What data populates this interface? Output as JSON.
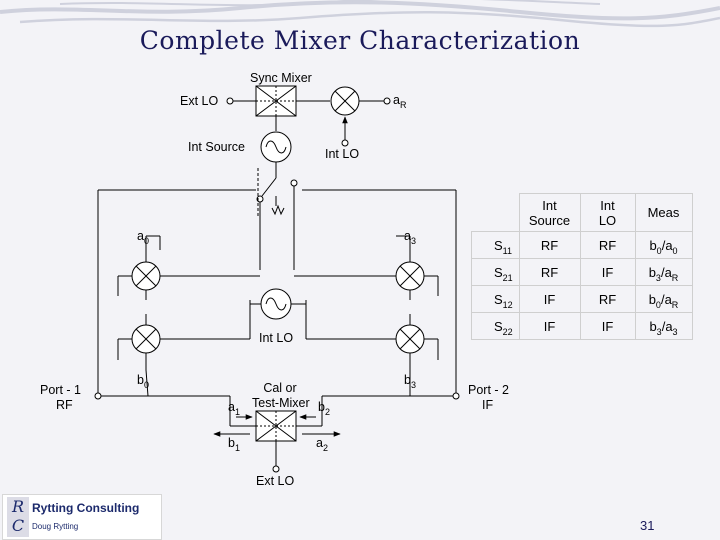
{
  "title": "Complete Mixer Characterization",
  "labels": {
    "sync_mixer": "Sync Mixer",
    "ext_lo_top": "Ext LO",
    "a_r": "a",
    "a_r_sub": "R",
    "int_source": "Int Source",
    "int_lo_top": "Int LO",
    "a0": "a",
    "a0_sub": "0",
    "a3": "a",
    "a3_sub": "3",
    "int_lo_center": "Int LO",
    "b0": "b",
    "b0_sub": "0",
    "b3": "b",
    "b3_sub": "3",
    "port1_line1": "Port - 1",
    "port1_line2": "RF",
    "port2_line1": "Port - 2",
    "port2_line2": "IF",
    "cal_line1": "Cal or",
    "cal_line2": "Test-Mixer",
    "a1": "a",
    "a1_sub": "1",
    "b2": "b",
    "b2_sub": "2",
    "b1": "b",
    "b1_sub": "1",
    "a2": "a",
    "a2_sub": "2",
    "ext_lo_bottom": "Ext LO"
  },
  "table": {
    "headers": [
      {
        "line1": "Int",
        "line2": "Source"
      },
      {
        "line1": "Int",
        "line2": "LO"
      },
      {
        "line1": "Meas",
        "line2": ""
      }
    ],
    "rows": [
      {
        "param": "S",
        "param_sub": "11",
        "int_source": "RF",
        "int_lo": "RF",
        "meas_num": "b",
        "meas_num_sub": "0",
        "meas_den": "a",
        "meas_den_sub": "0"
      },
      {
        "param": "S",
        "param_sub": "21",
        "int_source": "RF",
        "int_lo": "IF",
        "meas_num": "b",
        "meas_num_sub": "3",
        "meas_den": "a",
        "meas_den_sub": "R"
      },
      {
        "param": "S",
        "param_sub": "12",
        "int_source": "IF",
        "int_lo": "RF",
        "meas_num": "b",
        "meas_num_sub": "0",
        "meas_den": "a",
        "meas_den_sub": "R"
      },
      {
        "param": "S",
        "param_sub": "22",
        "int_source": "IF",
        "int_lo": "IF",
        "meas_num": "b",
        "meas_num_sub": "3",
        "meas_den": "a",
        "meas_den_sub": "3"
      }
    ]
  },
  "logo": {
    "line1": "Rytting Consulting",
    "line2": "Doug Rytting",
    "mark_top": "R",
    "mark_bottom": "C"
  },
  "page_number": "31"
}
